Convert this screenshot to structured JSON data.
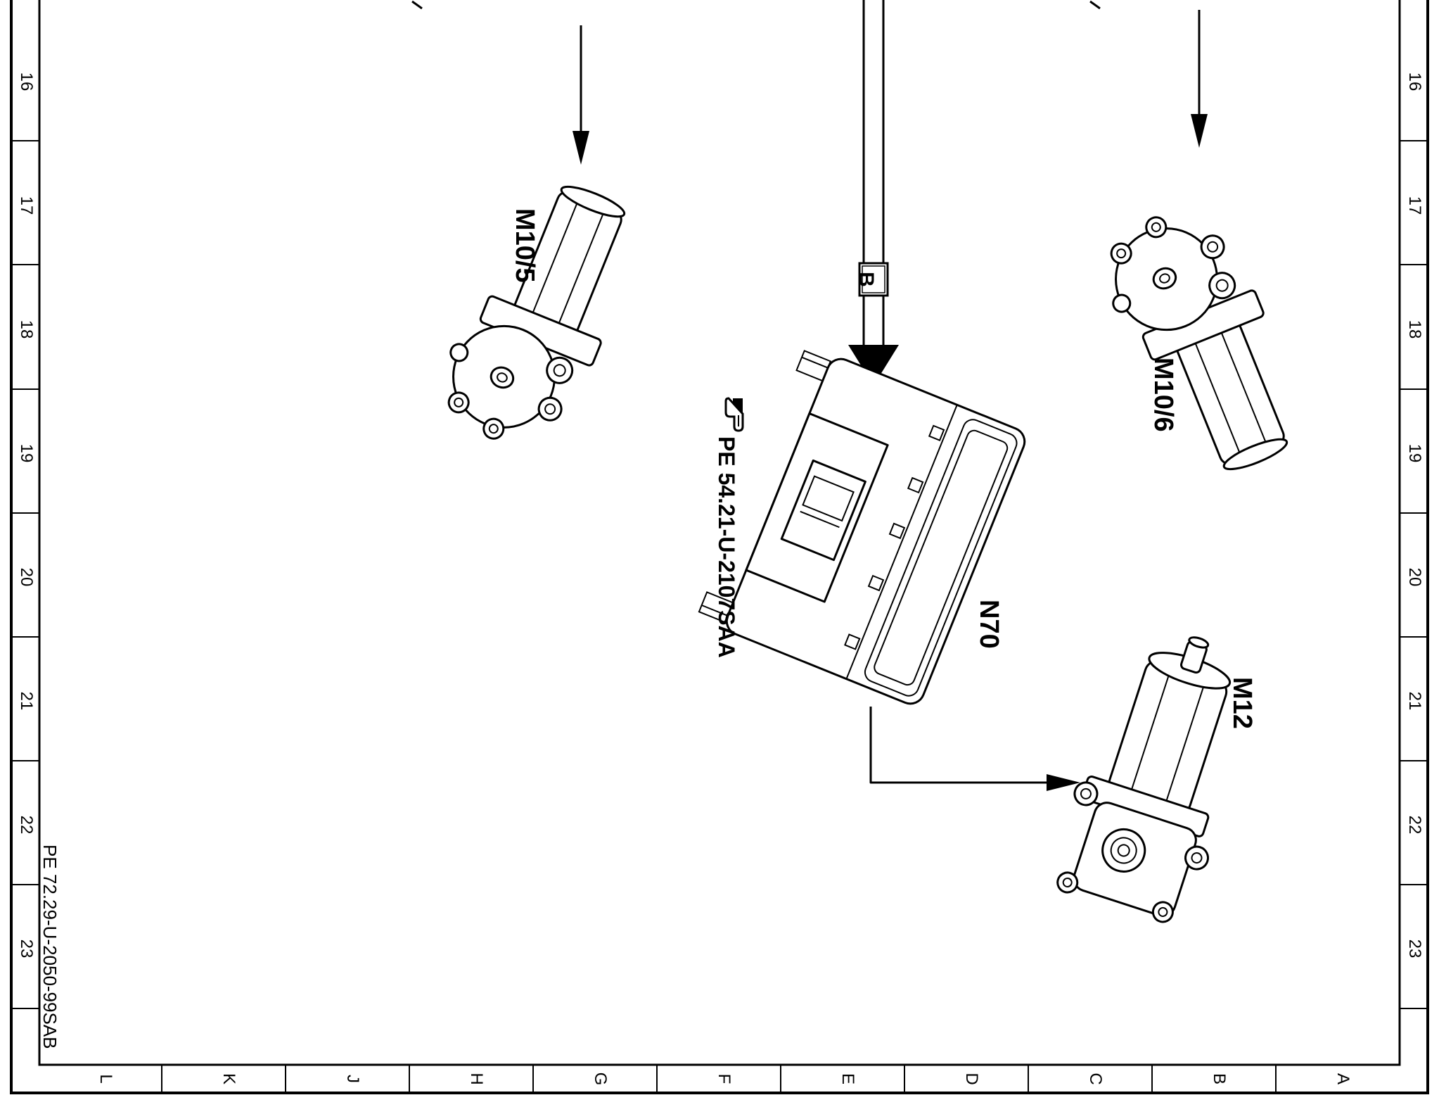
{
  "drawing": {
    "row_numbers": [
      "16",
      "17",
      "18",
      "19",
      "20",
      "21",
      "22",
      "23"
    ],
    "column_letters": [
      "L",
      "K",
      "J",
      "H",
      "G",
      "F",
      "E",
      "D",
      "C",
      "B",
      "A"
    ],
    "drawing_number": "PE 72.29-U-2050-99SAB"
  },
  "components": {
    "m10_5": "M10/5",
    "m10_6": "M10/6",
    "n70": "N70",
    "m12": "M12"
  },
  "connector": {
    "label": "B"
  },
  "reference": {
    "icon": "pointing-hand-icon",
    "text": "PE 54.21-U-2107SAA"
  }
}
